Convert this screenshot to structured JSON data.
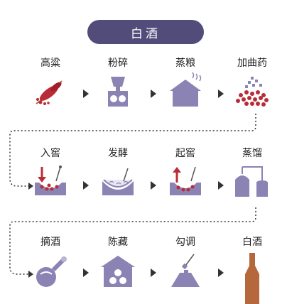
{
  "title": "白酒",
  "colors": {
    "accent": "#514c7a",
    "purple": "#8a83b3",
    "light_purple": "#b9b3d6",
    "red": "#b92c37",
    "brown": "#b5683b",
    "dots": "#333333"
  },
  "rows": [
    {
      "steps": [
        {
          "label": "高粱",
          "icon": "sorghum-icon"
        },
        {
          "label": "粉碎",
          "icon": "grinder-icon"
        },
        {
          "label": "蒸粮",
          "icon": "steamer-icon"
        },
        {
          "label": "加曲药",
          "icon": "yeast-icon"
        }
      ]
    },
    {
      "steps": [
        {
          "label": "入窖",
          "icon": "cellar-in-icon"
        },
        {
          "label": "发酵",
          "icon": "ferment-icon"
        },
        {
          "label": "起窖",
          "icon": "cellar-out-icon"
        },
        {
          "label": "蒸馏",
          "icon": "distill-icon"
        }
      ]
    },
    {
      "steps": [
        {
          "label": "摘酒",
          "icon": "pick-wine-icon"
        },
        {
          "label": "陈藏",
          "icon": "storage-icon"
        },
        {
          "label": "勾调",
          "icon": "blend-icon"
        },
        {
          "label": "白酒",
          "icon": "bottle-icon"
        }
      ]
    }
  ]
}
